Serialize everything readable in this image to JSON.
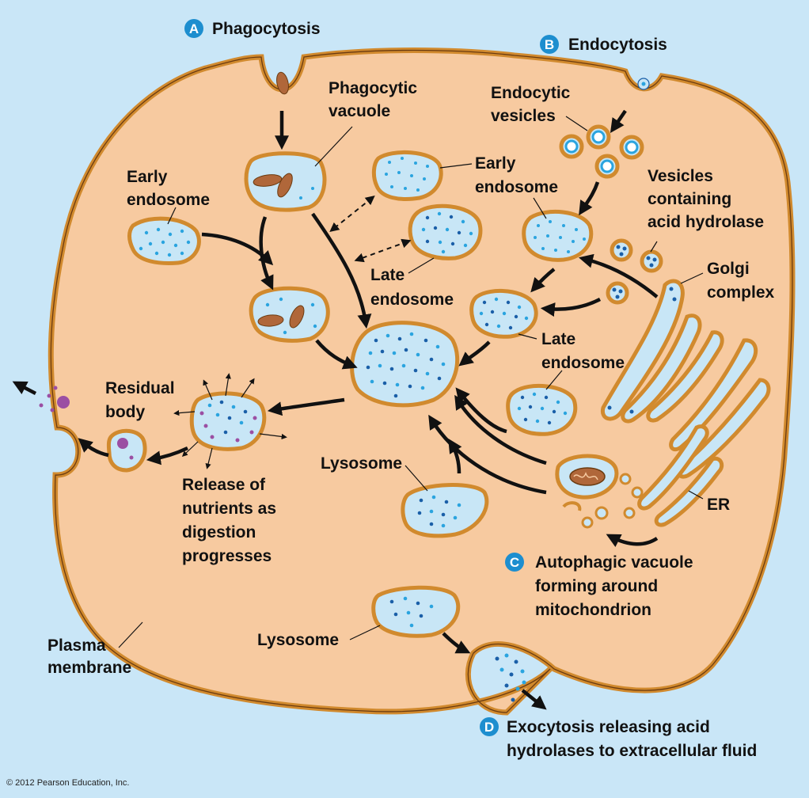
{
  "labels": {
    "phagocytosis": "Phagocytosis",
    "endocytosis": "Endocytosis",
    "phagocytic_vacuole_1": "Phagocytic",
    "phagocytic_vacuole_2": "vacuole",
    "endocytic_vesicles_1": "Endocytic",
    "endocytic_vesicles_2": "vesicles",
    "early_endosome_left_1": "Early",
    "early_endosome_left_2": "endosome",
    "early_endosome_mid_1": "Early",
    "early_endosome_mid_2": "endosome",
    "vesicles_acid_1": "Vesicles",
    "vesicles_acid_2": "containing",
    "vesicles_acid_3": "acid hydrolase",
    "golgi_1": "Golgi",
    "golgi_2": "complex",
    "late_endosome_mid_1": "Late",
    "late_endosome_mid_2": "endosome",
    "late_endosome_right_1": "Late",
    "late_endosome_right_2": "endosome",
    "residual_1": "Residual",
    "residual_2": "body",
    "release_1": "Release of",
    "release_2": "nutrients as",
    "release_3": "digestion",
    "release_4": "progresses",
    "lysosome_upper": "Lysosome",
    "lysosome_lower": "Lysosome",
    "er": "ER",
    "autophagic_1": "Autophagic vacuole",
    "autophagic_2": "forming around",
    "autophagic_3": "mitochondrion",
    "plasma_1": "Plasma",
    "plasma_2": "membrane",
    "exocytosis_1": "Exocytosis releasing acid",
    "exocytosis_2": "hydrolases to extracellular fluid",
    "copyright": "© 2012 Pearson Education, Inc."
  },
  "markers": {
    "a": "A",
    "b": "B",
    "c": "C",
    "d": "D"
  },
  "colors": {
    "extracellular": "#c9e6f7",
    "cytoplasm": "#f7caa0",
    "membrane": "#d18a2e",
    "vesicle_fill": "#c8e6f6",
    "marker": "#1d8ecf",
    "residual": "#9b4fa3",
    "bacteria": "#b0673a"
  }
}
